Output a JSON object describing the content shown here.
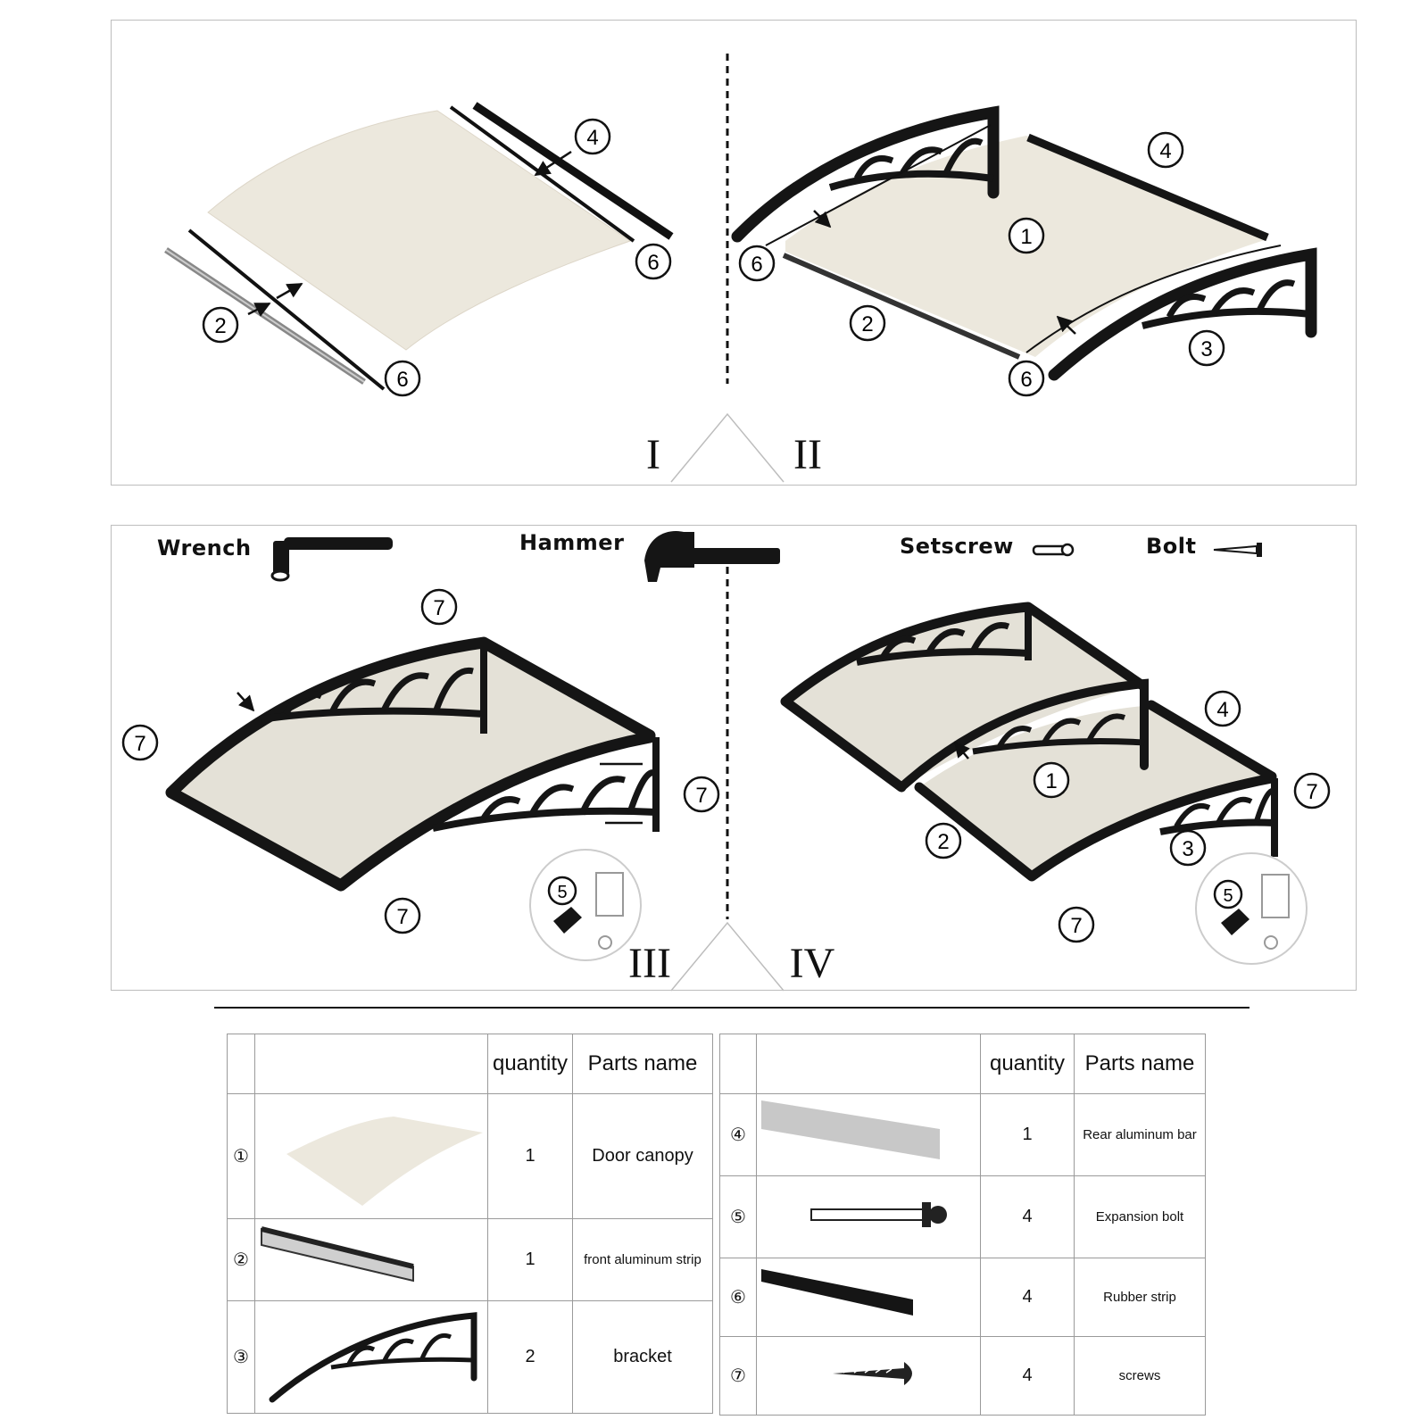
{
  "steps": [
    "I",
    "II",
    "III",
    "IV"
  ],
  "callouts": {
    "c1": "1",
    "c2": "2",
    "c3": "3",
    "c4": "4",
    "c5": "5",
    "c6": "6",
    "c7": "7"
  },
  "tools": [
    {
      "label": "Wrench",
      "icon": "wrench-icon"
    },
    {
      "label": "Hammer",
      "icon": "hammer-icon"
    },
    {
      "label": "Setscrew",
      "icon": "setscrew-icon"
    },
    {
      "label": "Bolt",
      "icon": "bolt-icon"
    }
  ],
  "parts_table": {
    "headers": {
      "quantity": "quantity",
      "parts_name": "Parts name"
    },
    "left": [
      {
        "index": "①",
        "quantity": "1",
        "name": "Door canopy",
        "image": "canopy-sheet-icon"
      },
      {
        "index": "②",
        "quantity": "1",
        "name": "front aluminum strip",
        "image": "aluminum-strip-icon"
      },
      {
        "index": "③",
        "quantity": "2",
        "name": "bracket",
        "image": "bracket-icon"
      }
    ],
    "right": [
      {
        "index": "④",
        "quantity": "1",
        "name": "Rear aluminum bar",
        "image": "aluminum-bar-icon"
      },
      {
        "index": "⑤",
        "quantity": "4",
        "name": "Expansion bolt",
        "image": "expansion-bolt-icon"
      },
      {
        "index": "⑥",
        "quantity": "4",
        "name": "Rubber strip",
        "image": "rubber-strip-icon"
      },
      {
        "index": "⑦",
        "quantity": "4",
        "name": "screws",
        "image": "screw-icon"
      }
    ]
  },
  "colors": {
    "canopy": "#ece8dd",
    "bracket": "#151515",
    "frame": "#bdbdbd"
  }
}
